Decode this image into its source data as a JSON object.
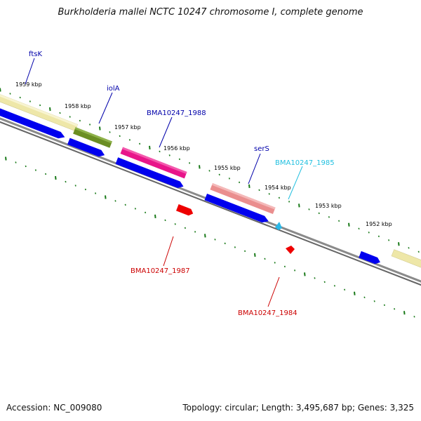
{
  "title": "Burkholderia mallei NCTC 10247 chromosome I, complete genome",
  "footer": {
    "accession": "Accession: NC_009080",
    "summary": "Topology: circular; Length: 3,495,687 bp; Genes: 3,325"
  },
  "ticks": [
    "1959 kbp",
    "1958 kbp",
    "1957 kbp",
    "1956 kbp",
    "1955 kbp",
    "1954 kbp",
    "1953 kbp",
    "1952 kbp"
  ],
  "labels": {
    "ftsK": "ftsK",
    "iolA": "iolA",
    "bma1988": "BMA10247_1988",
    "serS": "serS",
    "bma1985": "BMA10247_1985",
    "bma1987": "BMA10247_1987",
    "bma1984": "BMA10247_1984"
  },
  "colors": {
    "backbone": "#808080",
    "tick": "#1a7a1a",
    "cds": "#0000ee",
    "ftsK": "#eee7a8",
    "iolA": "#6b8e23",
    "bma1988": "#e8158a",
    "serS": "#ea8e8e",
    "bma1985": "#2ab8e8",
    "bma1987": "#ee0000",
    "label_blue": "#0000aa",
    "label_cyan": "#22c0e0",
    "label_red": "#cc0000"
  }
}
